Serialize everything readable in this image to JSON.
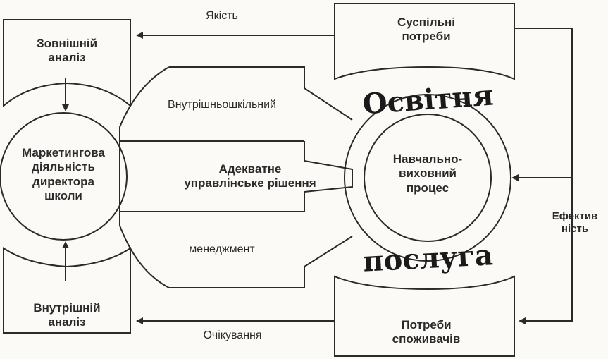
{
  "nodes": {
    "external_analysis": "Зовнішній\nаналіз",
    "internal_analysis": "Внутрішній\nаналіз",
    "marketing_activity": "Маркетингова\nдіяльність\nдиректора\nшколи",
    "social_needs": "Суспільні\nпотреби",
    "consumer_needs": "Потреби\nспоживачів",
    "educational_process": "Навчально-\nвиховний\nпроцес",
    "management_decision": "Адекватне\nуправлінське рішення"
  },
  "arc_text": {
    "top": "Освітня",
    "bottom": "послуга"
  },
  "edges": {
    "quality": "Якість",
    "expectations": "Очікування",
    "efficiency": "Ефектив\nність"
  },
  "bands": {
    "intra_school": "Внутрішньошкільний",
    "management": "менеджмент"
  }
}
